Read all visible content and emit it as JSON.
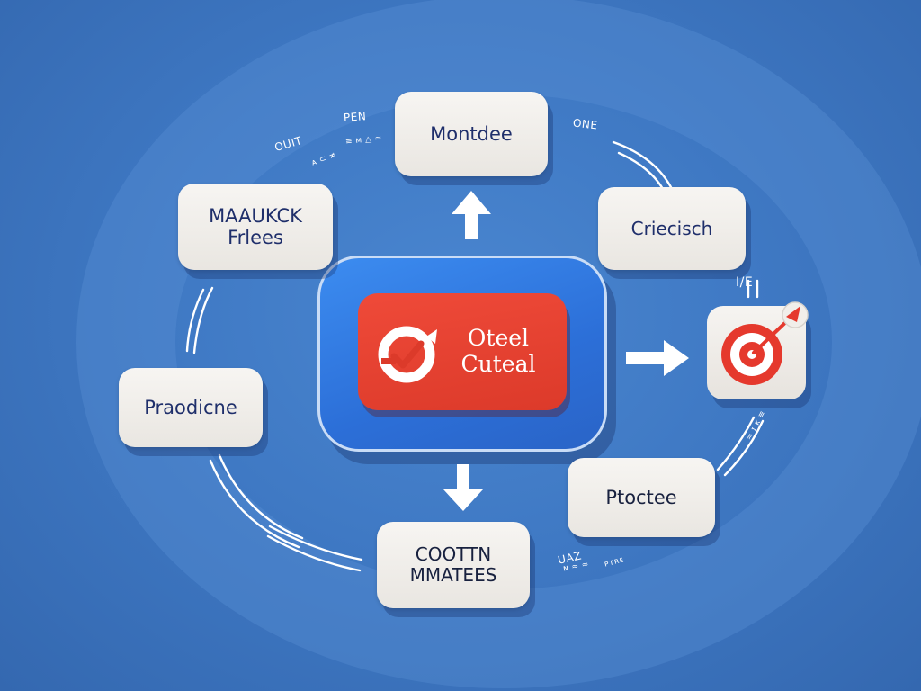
{
  "hub": {
    "line1": "Oteel",
    "line2": "Cuteal"
  },
  "nodes": {
    "top": {
      "line1": "Montdee"
    },
    "top_left": {
      "line1": "MAAUKCK",
      "line2": "Frlees"
    },
    "right": {
      "line1": "Criecisch"
    },
    "left": {
      "line1": "Praodicne"
    },
    "bottom_right": {
      "line1": "Ptoctee"
    },
    "bottom": {
      "line1": "COOTTN",
      "line2": "MMATEES"
    }
  },
  "annotations": {
    "pen": "PEN",
    "out": "OUIT",
    "one": "ONE",
    "ie": "I/E",
    "uaz": "UAZ",
    "near_pen": "≡ ᴍ △ ≈",
    "near_out": "ᴀ ⊂ ≠",
    "near_target": "≈ ɪ ᴋ ≡",
    "near_uaz": "ɴ ≈ ≈",
    "near_uaz_2": "ᴘᴛʀᴇ"
  },
  "icons": {
    "hub_logo": "refresh-check-icon",
    "goal": "target-icon"
  },
  "colors": {
    "background": "#3f79c4",
    "hub_blue": "#2c6fd8",
    "hub_red": "#e14233",
    "card_bg": "#f3f1ee",
    "card_text": "#1f2f6b",
    "target_red": "#e5392d"
  }
}
